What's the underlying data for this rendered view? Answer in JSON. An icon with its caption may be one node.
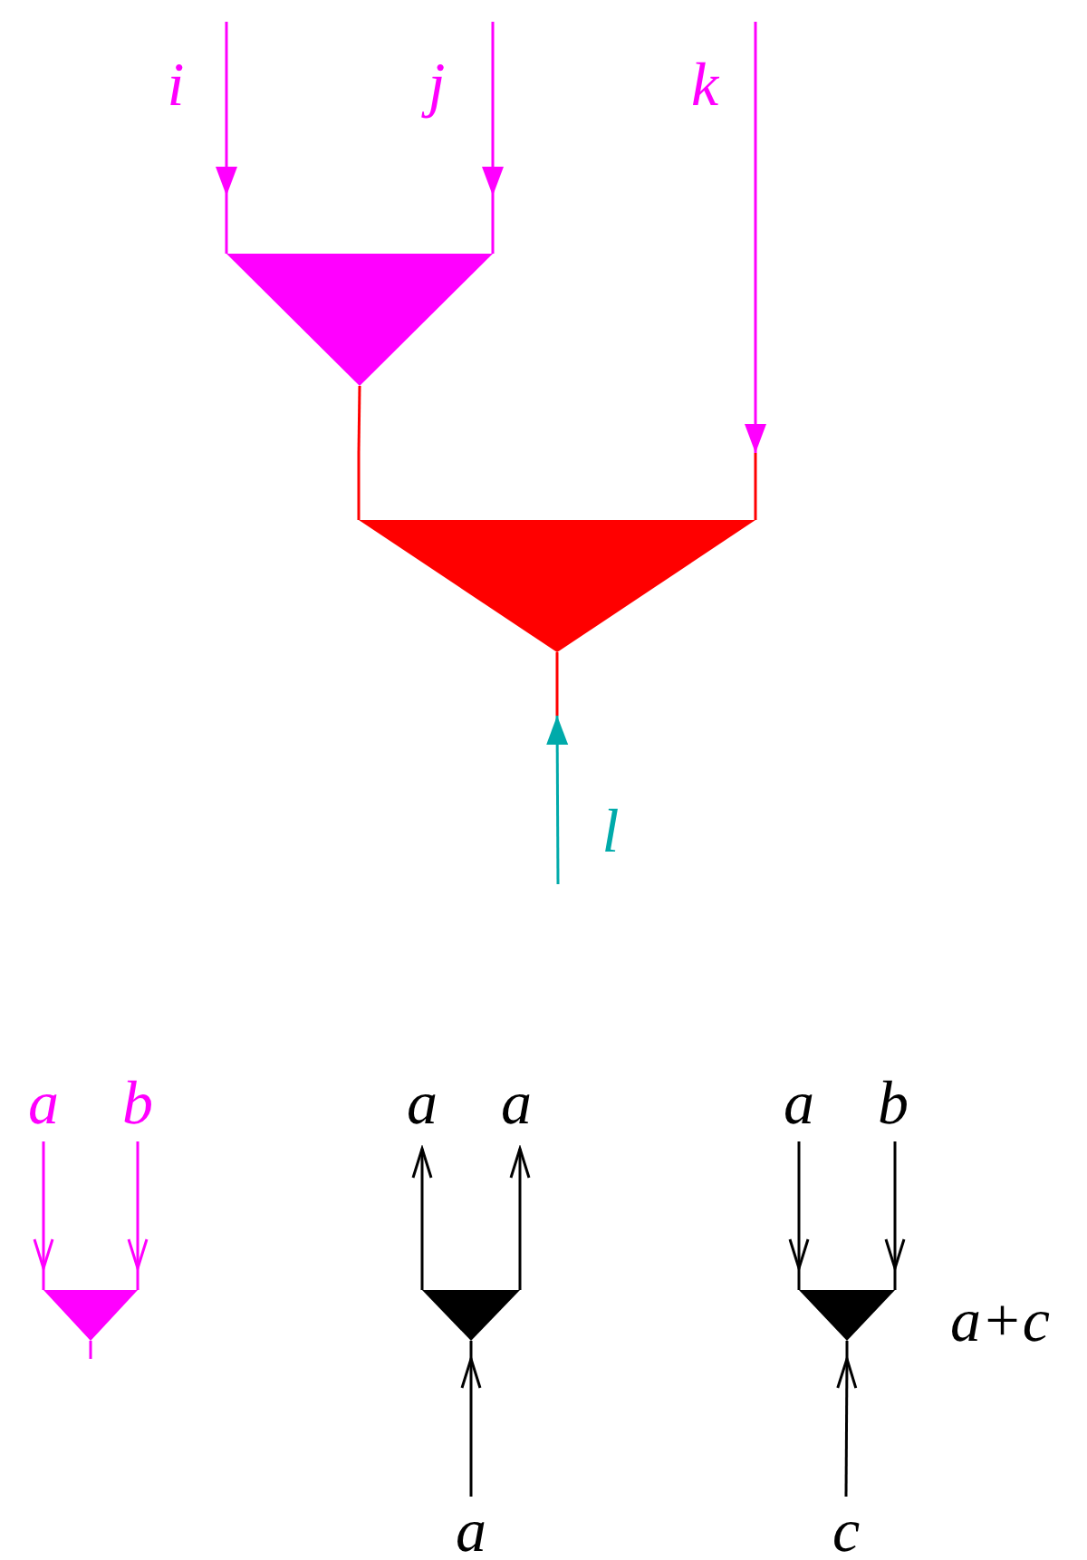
{
  "diagram": {
    "nodes": [
      {
        "text": [
          "i"
        ]
      },
      {
        "text": [
          "j"
        ]
      },
      {
        "text": [
          "k"
        ]
      },
      {
        "text": [],
        "shape": "triangle"
      },
      {
        "text": [],
        "shape": "triangle"
      },
      {
        "text": [
          "l"
        ]
      },
      {
        "text": [
          "a"
        ]
      },
      {
        "text": [
          "b"
        ]
      },
      {
        "text": [],
        "shape": "triangle"
      },
      {
        "text": [
          "a"
        ]
      },
      {
        "text": [
          "a"
        ]
      },
      {
        "text": [],
        "shape": "triangle"
      },
      {
        "text": [
          "a"
        ]
      },
      {
        "text": [
          "a"
        ]
      },
      {
        "text": [
          "b"
        ]
      },
      {
        "text": [],
        "shape": "triangle",
        "beside": [
          "a+c"
        ]
      },
      {
        "text": [
          "c"
        ]
      }
    ],
    "edges": [
      {
        "from": 0,
        "to": 3,
        "arrow": "to",
        "color": "#ff00ff"
      },
      {
        "from": 1,
        "to": 3,
        "arrow": "to",
        "color": "#ff00ff"
      },
      {
        "from": 2,
        "to": 4,
        "arrow": "to",
        "color": "#ff00ff"
      },
      {
        "from": 3,
        "to": 4,
        "arrow": "none",
        "color": "#ff0000"
      },
      {
        "from": 5,
        "to": 4,
        "arrow": "to",
        "color": "#00aaaa"
      },
      {
        "from": 6,
        "to": 8,
        "arrow": "to",
        "color": "#ff00ff"
      },
      {
        "from": 7,
        "to": 8,
        "arrow": "to",
        "color": "#ff00ff"
      },
      {
        "from": 11,
        "to": 9,
        "arrow": "to"
      },
      {
        "from": 11,
        "to": 10,
        "arrow": "to"
      },
      {
        "from": 12,
        "to": 11,
        "arrow": "to"
      },
      {
        "from": 13,
        "to": 15,
        "arrow": "to"
      },
      {
        "from": 14,
        "to": 15,
        "arrow": "to"
      },
      {
        "from": 16,
        "to": 15,
        "arrow": "to"
      }
    ]
  }
}
